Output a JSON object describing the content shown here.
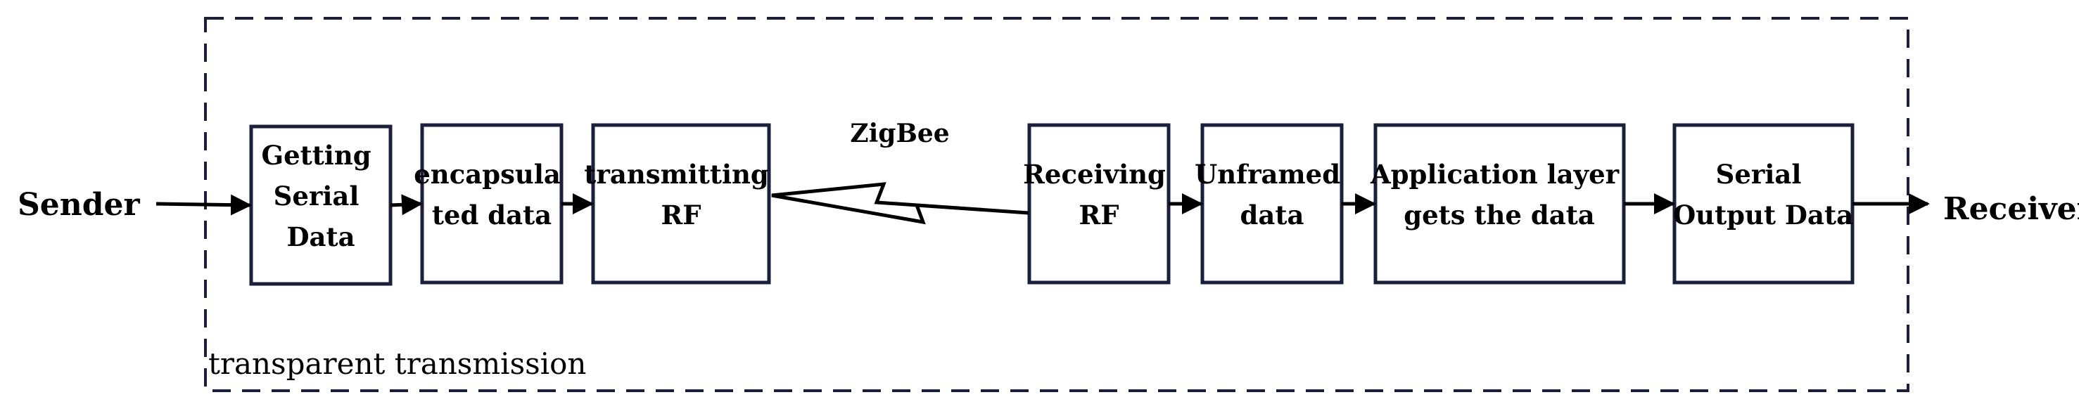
{
  "diagram": {
    "sender_label": "Sender",
    "receiver_label": "Receiver",
    "wireless_label": "ZigBee",
    "frame_label": "transparent transmission",
    "boxes": [
      {
        "lines": [
          "Getting",
          "Serial",
          "Data"
        ]
      },
      {
        "lines": [
          "encapsula",
          "ted data"
        ]
      },
      {
        "lines": [
          "transmitting",
          "RF"
        ]
      },
      {
        "lines": [
          "Receiving",
          "RF"
        ]
      },
      {
        "lines": [
          "Unframed",
          "data"
        ]
      },
      {
        "lines": [
          "Application layer",
          "gets the data"
        ]
      },
      {
        "lines": [
          "Serial",
          "Output Data"
        ]
      }
    ]
  },
  "colors": {
    "box_border": "#1a1f3c",
    "frame_dash": "#1a1f3c",
    "arrow": "#000000",
    "text": "#000000"
  }
}
